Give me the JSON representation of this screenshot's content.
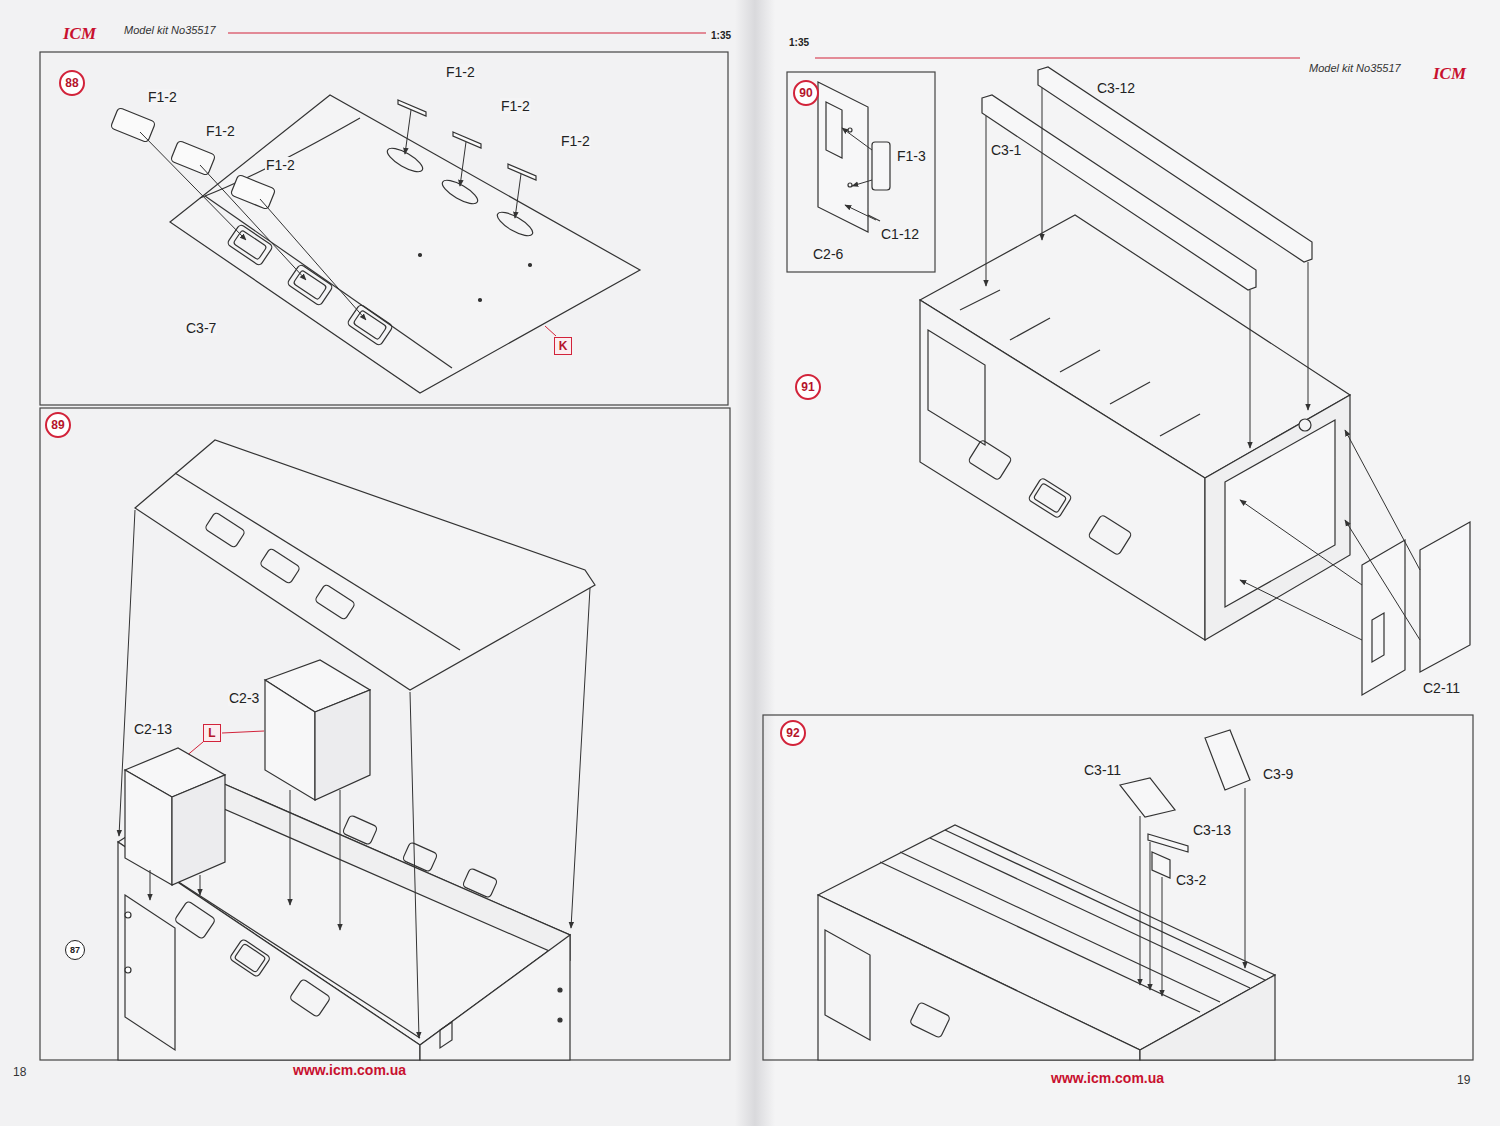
{
  "diagram": {
    "nodes": [
      {
        "text": [
          "88"
        ]
      },
      {
        "text": [
          "K"
        ]
      },
      {
        "text": [
          "89"
        ]
      },
      {
        "text": [
          "L"
        ]
      },
      {
        "text": [
          "87"
        ]
      },
      {
        "text": [
          "90"
        ]
      },
      {
        "text": [
          "91"
        ]
      },
      {
        "text": [
          "92"
        ]
      }
    ],
    "labels": [
      "ICM",
      "Model kit No35517",
      "1:35",
      "1:35",
      "Model kit No35517",
      "ICM",
      "F1-2",
      "F1-2",
      "F1-2",
      "F1-2",
      "F1-2",
      "F1-2",
      "C3-7",
      "C2-13",
      "C2-3",
      "F1-3",
      "C1-12",
      "C2-6",
      "C3-12",
      "C3-1",
      "C2-11",
      "C3-11",
      "C3-9",
      "C3-13",
      "C3-2",
      "18",
      "www.icm.com.ua",
      "www.icm.com.ua",
      "19"
    ]
  }
}
